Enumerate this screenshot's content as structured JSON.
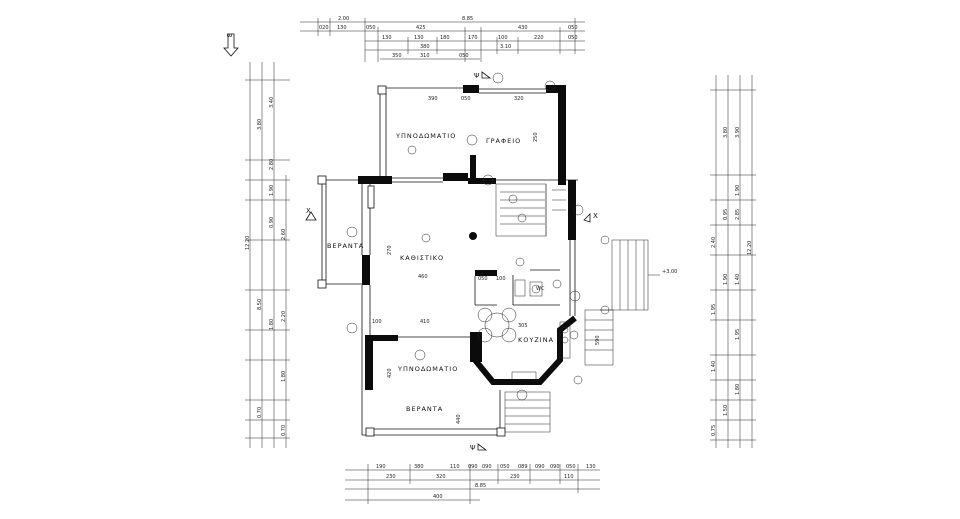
{
  "north_marker": "3",
  "rooms": {
    "bedroom_top": "ΥΠΝΟΔΩΜΑΤΙΟ",
    "study": "ΓΡΑΦΕΙΟ",
    "living": "ΚΑΘΙΣΤΙΚΟ",
    "veranda_left": "ΒΕΡΑΝΤΑ",
    "kitchen": "ΚΟΥΖΙΝΑ",
    "bedroom_bottom": "ΥΠΝΟΔΩΜΑΤΙΟ",
    "veranda_bottom": "ΒΕΡΑΝΤΑ",
    "wc": "WC"
  },
  "section_marks": {
    "psi_top": "Ψ",
    "psi_bottom": "Ψ",
    "chi_left": "X",
    "chi_right": "X"
  },
  "level_mark": "+3.00",
  "top_dims": {
    "row1": [
      "2.00",
      "8.85"
    ],
    "row2": [
      "020",
      "130",
      "050",
      "425",
      "430",
      "050"
    ],
    "row3": [
      "130",
      "130",
      "180",
      "170",
      "100",
      "220",
      "050"
    ],
    "row4": [
      "380",
      "3.10"
    ],
    "row5": [
      "350",
      "310",
      "050"
    ]
  },
  "bottom_dims": {
    "row1": [
      "190",
      "380",
      "110",
      "090",
      "090",
      "050",
      "089",
      "090",
      "090",
      "050",
      "130"
    ],
    "row2": [
      "230",
      "320",
      "230",
      "110"
    ],
    "row3": [
      "8.85"
    ],
    "row4": [
      "400"
    ]
  },
  "left_dims": [
    "12.20",
    "8.50",
    "3.80",
    "3.40",
    "2.80",
    "1.90",
    "0.90",
    "1.80",
    "2.60",
    "2.20",
    "1.80",
    "0.70",
    "0.70"
  ],
  "right_dims": [
    "12.20",
    "3.90",
    "3.80",
    "1.90",
    "0.95",
    "2.85",
    "2.40",
    "1.90",
    "1.40",
    "1.95",
    "1.95",
    "1.40",
    "1.80",
    "1.50",
    "0.75"
  ],
  "interior_dims": [
    "050",
    "390",
    "320",
    "460",
    "270",
    "250",
    "305",
    "410",
    "100",
    "420",
    "050",
    "100",
    "590",
    "440"
  ]
}
